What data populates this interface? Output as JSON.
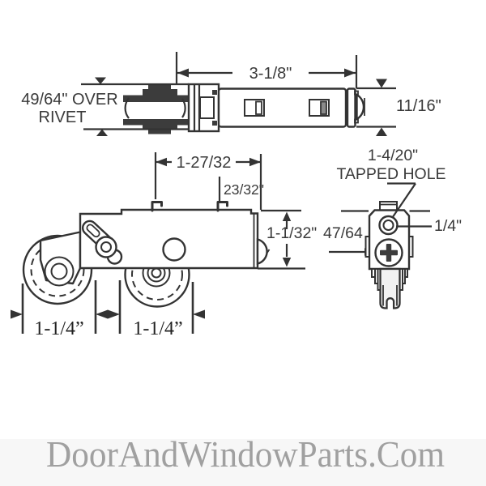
{
  "labels": {
    "dim_3_1_8": "3-1/8\"",
    "over_rivet_1": "49/64\" OVER",
    "over_rivet_2": "RIVET",
    "dim_11_16": "11/16\"",
    "dim_1_27_32": "1-27/32",
    "dim_23_32": "23/32\"",
    "dim_1_1_32": "1-1/32\"",
    "dim_47_64": "47/64",
    "tapped_1": "1-4/20\"",
    "tapped_2": "TAPPED HOLE",
    "dim_1_4": "1/4\"",
    "wheel_dim_left": "1-1/4”",
    "wheel_dim_right": "1-1/4”"
  },
  "watermark": {
    "text": "DoorAndWindowParts.Com",
    "color": "#a0a0a0"
  },
  "colors": {
    "background": "#ffffff",
    "line": "#333333",
    "metal_dark": "#3c3c3c",
    "watermark_band": "#f7f7f7",
    "text": "#3a3a3a"
  }
}
